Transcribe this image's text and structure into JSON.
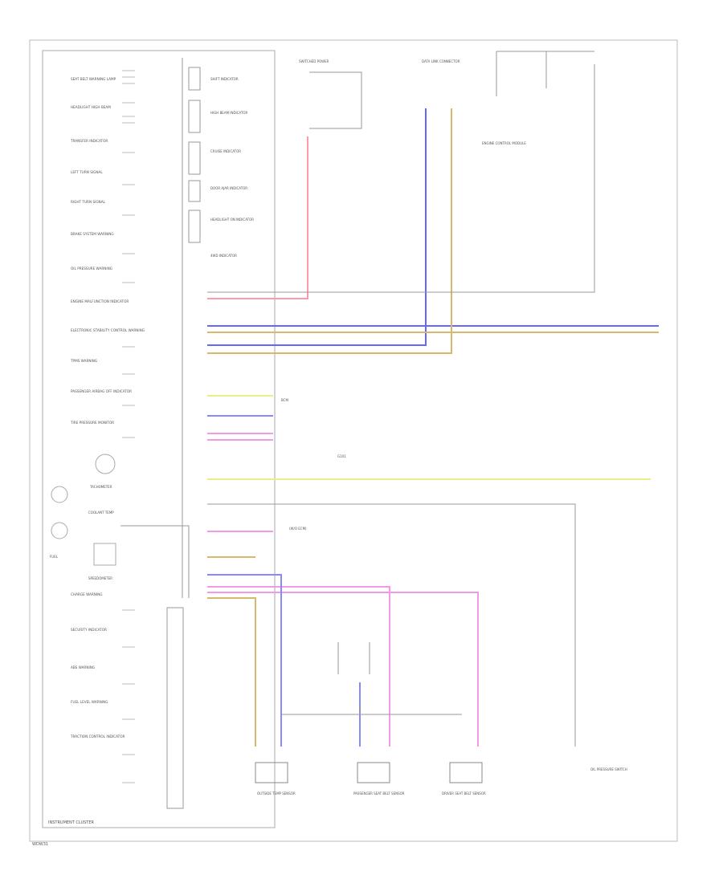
{
  "diagram": {
    "cluster_title": "INSTRUMENT CLUSTER",
    "footer_code": "WDW31",
    "left_labels": [
      "SEAT BELT WARNING LAMP",
      "HEADLIGHT HIGH BEAM",
      "TRANSFER INDICATOR",
      "LEFT TURN SIGNAL",
      "RIGHT TURN SIGNAL",
      "BRAKE SYSTEM WARNING",
      "OIL PRESSURE WARNING",
      "ENGINE MALFUNCTION INDICATOR",
      "ELECTRONIC STABILITY CONTROL WARNING",
      "TPMS WARNING",
      "PASSENGER AIRBAG OFF INDICATOR",
      "TIRE PRESSURE MONITOR",
      "CHARGE WARNING",
      "SECURITY INDICATOR",
      "ABS WARNING",
      "FUEL LEVEL WARNING",
      "TRACTION CONTROL INDICATOR"
    ],
    "gauges": [
      "TACHOMETER",
      "COOLANT TEMP",
      "FUEL",
      "SPEEDOMETER"
    ],
    "sub_labels": [
      "SHIFT INDICATOR",
      "HIGH BEAM INDICATOR",
      "CRUISE INDICATOR",
      "DOOR AJAR INDICATOR",
      "HEADLIGHT ON INDICATOR",
      "4WD INDICATOR"
    ],
    "right_labels": [
      "SWITCHED POWER",
      "DATA LINK CONNECTOR",
      "ENGINE CONTROL MODULE",
      "BCM",
      "G101"
    ],
    "bottom_labels": [
      "OUTSIDE TEMP SENSOR",
      "PASSENGER SEAT BELT SENSOR",
      "DRIVER SEAT BELT SENSOR",
      "OIL PRESSURE SWITCH"
    ],
    "note": "(W/O ECM)"
  },
  "colors": {
    "red": "#ff9aa8",
    "blue": "#6666ff",
    "tan": "#d9b86c",
    "yellow": "#ecec88",
    "pink": "#f09ae8",
    "gray": "#9a9a9a"
  }
}
